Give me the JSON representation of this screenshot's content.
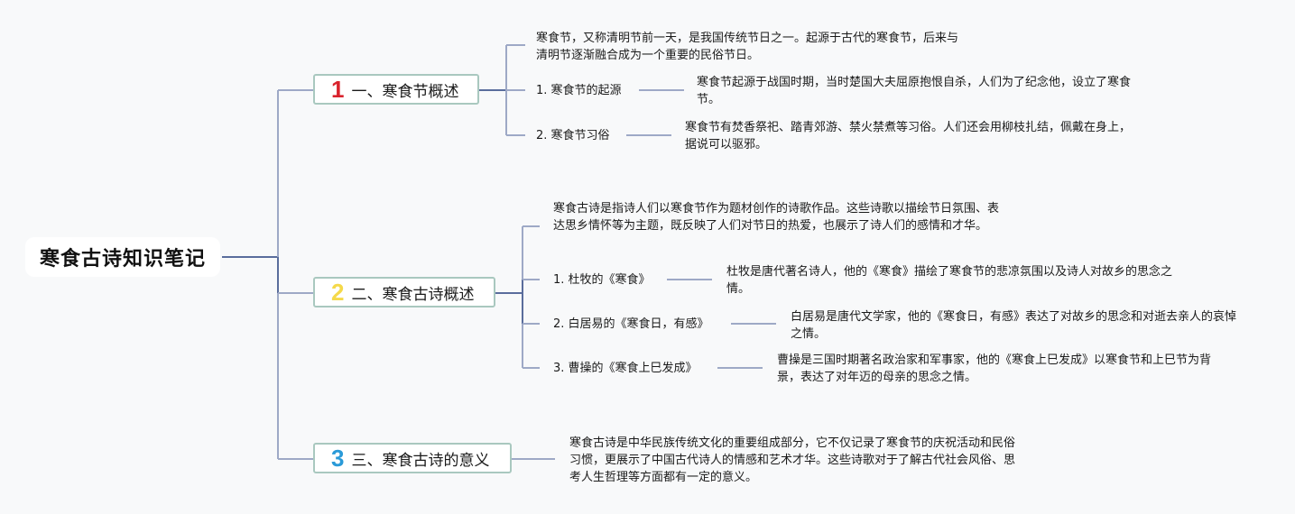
{
  "root": {
    "title": "寒食古诗知识笔记"
  },
  "colors": {
    "num1": "#d9232d",
    "num2": "#f5d94a",
    "num3": "#2a9ad8",
    "line_dark": "#5a6d9c",
    "line_light": "#9ea9c6",
    "box_border": "#a9c8bf"
  },
  "branches": [
    {
      "number": "1",
      "label": "一、寒食节概述",
      "intro": "寒食节，又称清明节前一天，是我国传统节日之一。起源于古代的寒食节，后来与清明节逐渐融合成为一个重要的民俗节日。",
      "children": [
        {
          "label": "1. 寒食节的起源",
          "text": "寒食节起源于战国时期，当时楚国大夫屈原抱恨自杀，人们为了纪念他，设立了寒食节。"
        },
        {
          "label": "2. 寒食节习俗",
          "text": "寒食节有焚香祭祀、踏青郊游、禁火禁煮等习俗。人们还会用柳枝扎结，佩戴在身上，据说可以驱邪。"
        }
      ]
    },
    {
      "number": "2",
      "label": "二、寒食古诗概述",
      "intro": "寒食古诗是指诗人们以寒食节作为题材创作的诗歌作品。这些诗歌以描绘节日氛围、表达思乡情怀等为主题，既反映了人们对节日的热爱，也展示了诗人们的感情和才华。",
      "children": [
        {
          "label": "1. 杜牧的《寒食》",
          "text": "杜牧是唐代著名诗人，他的《寒食》描绘了寒食节的悲凉氛围以及诗人对故乡的思念之情。"
        },
        {
          "label": "2. 白居易的《寒食日，有感》",
          "text": "白居易是唐代文学家，他的《寒食日，有感》表达了对故乡的思念和对逝去亲人的哀悼之情。"
        },
        {
          "label": "3. 曹操的《寒食上巳发成》",
          "text": "曹操是三国时期著名政治家和军事家，他的《寒食上巳发成》以寒食节和上巳节为背景，表达了对年迈的母亲的思念之情。"
        }
      ]
    },
    {
      "number": "3",
      "label": "三、寒食古诗的意义",
      "intro": "寒食古诗是中华民族传统文化的重要组成部分，它不仅记录了寒食节的庆祝活动和民俗习惯，更展示了中国古代诗人的情感和艺术才华。这些诗歌对于了解古代社会风俗、思考人生哲理等方面都有一定的意义。",
      "children": []
    }
  ]
}
